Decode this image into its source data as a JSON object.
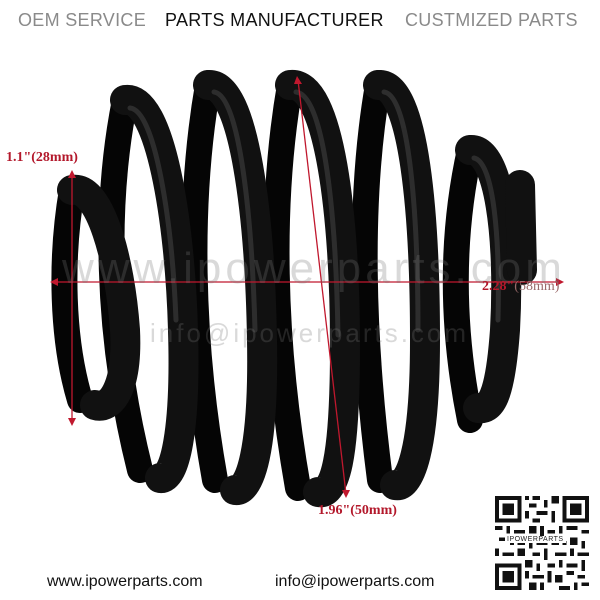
{
  "header": {
    "items": [
      "OEM SERVICE",
      "PARTS MANUFACTURER",
      "CUSTMIZED PARTS"
    ]
  },
  "dimensions": {
    "height": "1.1\"(28mm)",
    "width": "2.28\"",
    "width_unit": "(58mm)",
    "length": "1.96\"(50mm)"
  },
  "watermark": {
    "site": "www.ipowerparts.com",
    "email": "info@ipowerparts.com"
  },
  "qr": {
    "caption": "IPOWERPARTS"
  },
  "footer": {
    "website": "www.ipowerparts.com",
    "email": "info@ipowerparts.com"
  },
  "colors": {
    "spring": "#0b0b0b",
    "dimension_marks": "#c0182e",
    "header_muted": "#8a8a8a"
  }
}
